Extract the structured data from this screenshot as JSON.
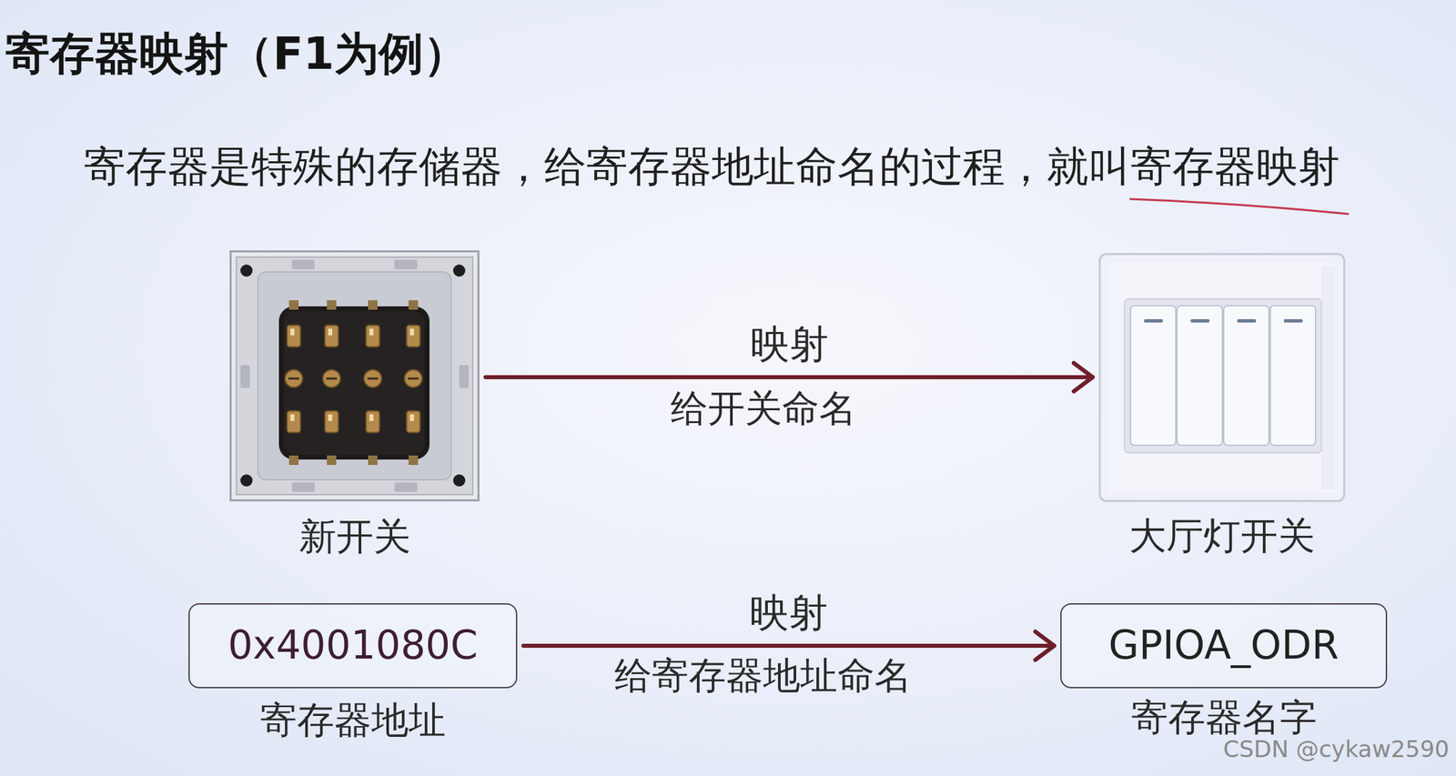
{
  "diagram": {
    "title": "寄存器映射（F1为例）",
    "nodes": [
      {
        "text": [
          "新开关"
        ]
      },
      {
        "text": [
          "大厅灯开关"
        ]
      },
      {
        "text": [
          "0x4001080C",
          "寄存器地址"
        ]
      },
      {
        "text": [
          "GPIOA_ODR",
          "寄存器名字"
        ]
      }
    ],
    "edges": [
      {
        "from": 0,
        "to": 1,
        "label": "映射",
        "arrow": "to"
      },
      {
        "from": 2,
        "to": 3,
        "label": "映射",
        "arrow": "to"
      }
    ],
    "labels": [
      "寄存器是特殊的存储器，给寄存器地址命名的过程，就叫寄存器映射",
      "给开关命名",
      "给寄存器地址命名",
      "CSDN @cykaw2590"
    ]
  }
}
